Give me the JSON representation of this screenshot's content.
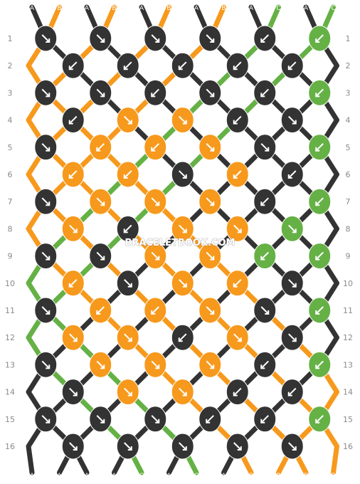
{
  "watermark": "BRACELETBOOK.COM",
  "colors": {
    "A": "#333333",
    "B": "#f7991c",
    "C": "#65b145"
  },
  "strings": [
    "A",
    "B",
    "A",
    "B",
    "A",
    "B",
    "A",
    "B",
    "A",
    "C",
    "A",
    "C"
  ],
  "row_labels": [
    "1",
    "2",
    "3",
    "4",
    "5",
    "6",
    "7",
    "8",
    "9",
    "10",
    "11",
    "12",
    "13",
    "14",
    "15",
    "16"
  ],
  "knots": [
    [
      "↘",
      "↘",
      "↘",
      "↘",
      "↙",
      "↙"
    ],
    [
      "↙",
      "↙",
      "↙",
      "↙",
      "↙"
    ],
    [
      "↘",
      "↘",
      "↙",
      "↘",
      "↙",
      "↙"
    ],
    [
      "↙",
      "↘",
      "↘",
      "↙",
      "↘"
    ],
    [
      "↘",
      "↙",
      "↙",
      "↘",
      "↘",
      "↙"
    ],
    [
      "↙",
      "↙",
      "↘",
      "↙",
      "↙"
    ],
    [
      "↘",
      "↘",
      "↘",
      "↘",
      "↙",
      "↙"
    ],
    [
      "↘",
      "↙",
      "↘",
      "↘",
      "↘"
    ],
    [
      "↘",
      "↘",
      "↘",
      "↘",
      "↙",
      "↙"
    ],
    [
      "↙",
      "↘",
      "↘",
      "↙",
      "↘"
    ],
    [
      "↘",
      "↙",
      "↙",
      "↘",
      "↘",
      "↙"
    ],
    [
      "↘",
      "↘",
      "↙",
      "↘",
      "↘"
    ],
    [
      "↘",
      "↘",
      "↘",
      "↘",
      "↙",
      "↙"
    ],
    [
      "↘",
      "↘",
      "↘",
      "↙",
      "↙"
    ],
    [
      "↘",
      "↘",
      "↘",
      "↙",
      "↙",
      "↙"
    ],
    [
      "↘",
      "↘",
      "↘",
      "↘",
      "↘"
    ]
  ],
  "knot_colors": [
    [
      "A",
      "A",
      "A",
      "A",
      "A",
      "C"
    ],
    [
      "A",
      "A",
      "A",
      "A",
      "A"
    ],
    [
      "A",
      "A",
      "A",
      "A",
      "A",
      "C"
    ],
    [
      "A",
      "B",
      "B",
      "A",
      "A"
    ],
    [
      "A",
      "B",
      "B",
      "B",
      "A",
      "C"
    ],
    [
      "B",
      "B",
      "A",
      "B",
      "A"
    ],
    [
      "A",
      "B",
      "B",
      "B",
      "A",
      "C"
    ],
    [
      "B",
      "A",
      "B",
      "B",
      "C"
    ],
    [
      "A",
      "A",
      "B",
      "B",
      "C",
      "C"
    ],
    [
      "B",
      "A",
      "B",
      "B",
      "A"
    ],
    [
      "A",
      "B",
      "B",
      "B",
      "A",
      "C"
    ],
    [
      "B",
      "B",
      "A",
      "B",
      "A"
    ],
    [
      "A",
      "B",
      "B",
      "B",
      "A",
      "C"
    ],
    [
      "A",
      "B",
      "B",
      "A",
      "A"
    ],
    [
      "A",
      "A",
      "A",
      "A",
      "A",
      "C"
    ],
    [
      "A",
      "A",
      "A",
      "A",
      "A"
    ]
  ]
}
